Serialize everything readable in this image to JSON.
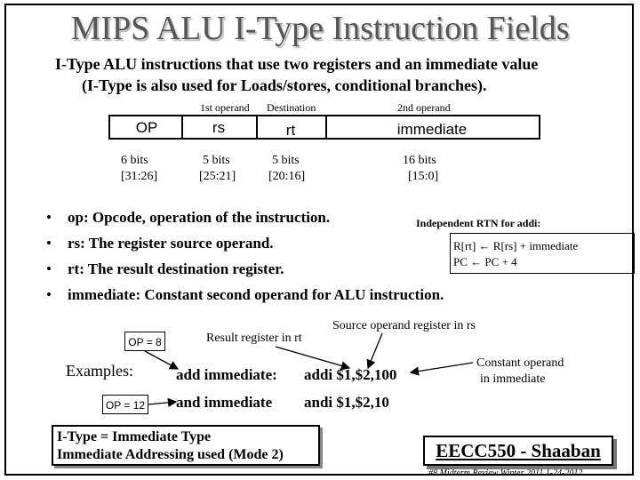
{
  "title": "MIPS ALU I-Type Instruction Fields",
  "subtitle": {
    "line1": "I-Type ALU instructions that use two registers and an immediate value",
    "line2": "(I-Type is also used for Loads/stores, conditional branches)."
  },
  "operand_labels": {
    "first": "1st operand",
    "destination": "Destination",
    "second": "2nd operand"
  },
  "fields": [
    {
      "name": "OP",
      "bits": "6 bits",
      "range": "[31:26]"
    },
    {
      "name": "rs",
      "bits": "5 bits",
      "range": "[25:21]"
    },
    {
      "name": "rt",
      "bits": "5 bits",
      "range": "[20:16]"
    },
    {
      "name": "immediate",
      "bits": "16  bits",
      "range": "[15:0]"
    }
  ],
  "bullets": [
    "op: Opcode, operation of the instruction.",
    "rs: The register source operand.",
    "rt: The result destination register.",
    "immediate:  Constant second operand for ALU instruction."
  ],
  "bullet_glyph": "•",
  "rtn": {
    "heading": "Independent RTN for addi:",
    "line1": "R[rt] ← R[rs] + immediate",
    "line2": "PC ← PC + 4"
  },
  "annotations": {
    "source_operand": "Source operand register in rs",
    "result_register": "Result register in rt",
    "constant_operand_1": "Constant operand",
    "constant_operand_2": "in immediate"
  },
  "examples": {
    "label": "Examples:",
    "rows": [
      {
        "op": "OP = 8",
        "name": "add immediate:",
        "asm": "addi $1,$2,100"
      },
      {
        "op": "OP = 12",
        "name": "and immediate",
        "asm": "andi $1,$2,10"
      }
    ]
  },
  "bottom_note": {
    "line1": "I-Type =  Immediate Type",
    "line2": "Immediate Addressing used (Mode 2)"
  },
  "course": "EECC550 - Shaaban",
  "footer": "#8   Midterm Review   Winter 2011  1-24-2012"
}
